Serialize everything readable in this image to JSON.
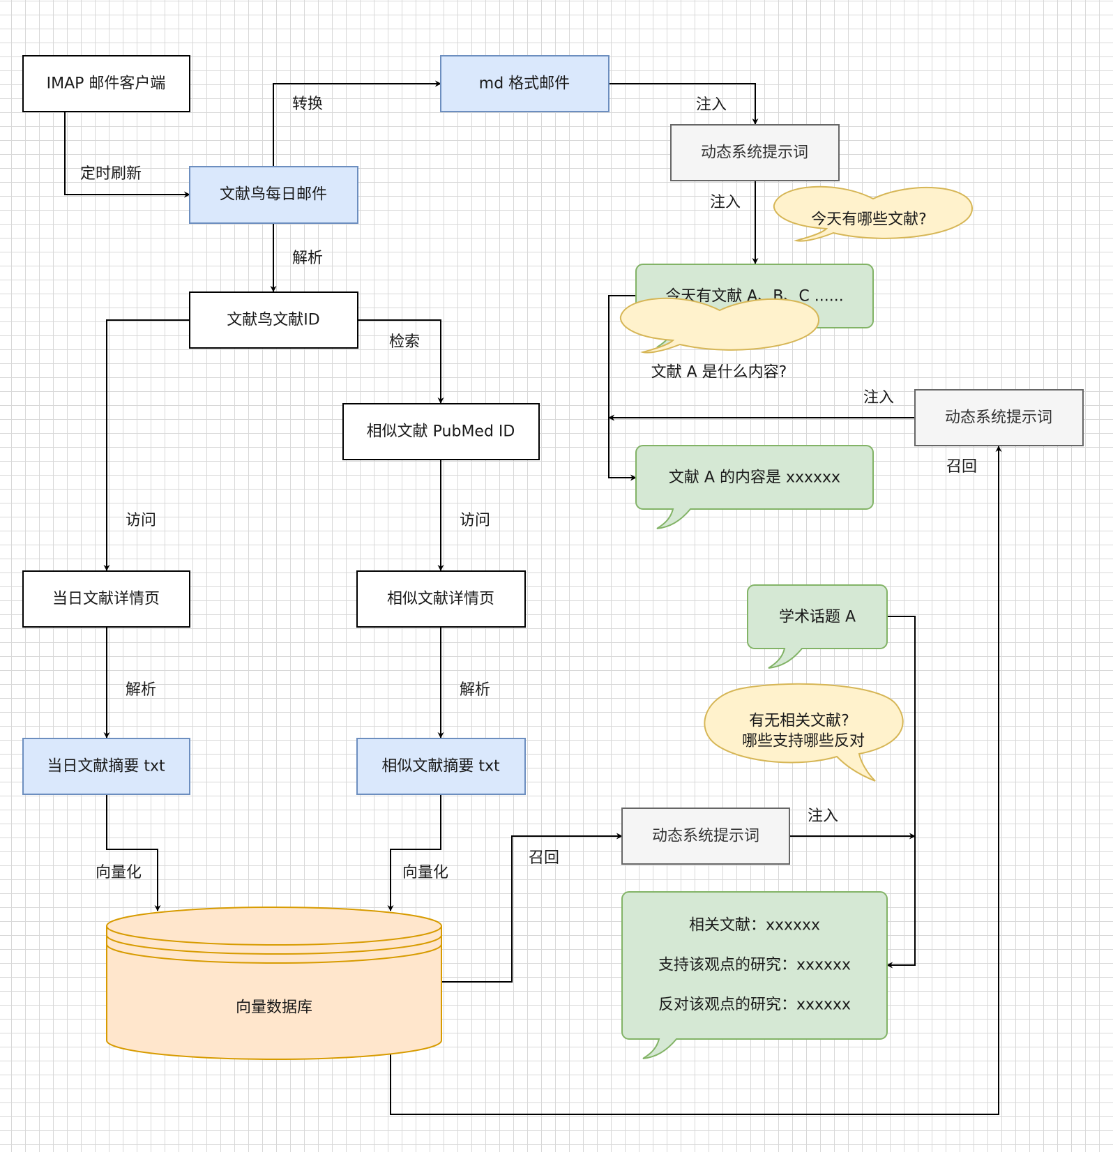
{
  "nodes": {
    "imap_client": "IMAP 邮件客户端",
    "md_mail": "md 格式邮件",
    "daily_mail": "文献鸟每日邮件",
    "dynamic_prompt": "动态系统提示词",
    "today_q": "今天有哪些文献?",
    "today_a": "今天有文献 A、B、C ......",
    "wenxian_id": "文献鸟文献ID",
    "what_q": "文献 A 是什么内容?",
    "similar_id": "相似文献 PubMed ID",
    "content_a": "文献 A 的内容是 xxxxxx",
    "today_detail": "当日文献详情页",
    "similar_detail": "相似文献详情页",
    "topic_a": "学术话题 A",
    "related_q_line1": "有无相关文献?",
    "related_q_line2": "哪些支持哪些反对",
    "today_abstract": "当日文献摘要 txt",
    "similar_abstract": "相似文献摘要 txt",
    "vector_db": "向量数据库",
    "answer_line1": "相关文献：xxxxxx",
    "answer_line2": "支持该观点的研究：xxxxxx",
    "answer_line3": "反对该观点的研究：xxxxxx"
  },
  "edge_labels": {
    "timed_refresh": "定时刷新",
    "convert": "转换",
    "inject": "注入",
    "parse": "解析",
    "search": "检索",
    "visit": "访问",
    "vectorize": "向量化",
    "recall": "召回"
  },
  "colors": {
    "blue_fill": "#dae8fc",
    "blue_stroke": "#6c8ebf",
    "gray_fill": "#f5f5f5",
    "gray_stroke": "#666666",
    "green_fill": "#d5e8d4",
    "green_stroke": "#82b366",
    "yellow_fill": "#fff2cc",
    "yellow_stroke": "#d6b656",
    "db_fill": "#ffe6cc",
    "db_stroke": "#d79b00"
  }
}
